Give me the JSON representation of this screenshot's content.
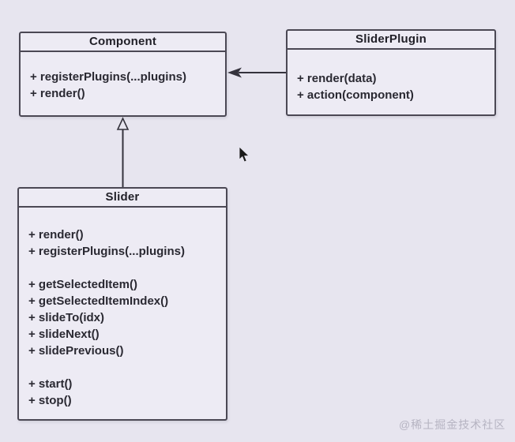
{
  "colors": {
    "background": "#e7e5ef",
    "box_fill": "#edebf4",
    "box_border": "#4b4854",
    "title_text": "#201f27",
    "method_text": "#2a2932",
    "arrow": "#35333d",
    "cursor": "#1a1a1a",
    "watermark": "#b6b4c2"
  },
  "diagram": {
    "component": {
      "title": "Component",
      "methods": [
        "+ registerPlugins(...plugins)",
        "+ render()"
      ]
    },
    "slider_plugin": {
      "title": "SliderPlugin",
      "methods": [
        "+ render(data)",
        "+ action(component)"
      ]
    },
    "slider": {
      "title": "Slider",
      "methods": [
        "+ render()",
        "+ registerPlugins(...plugins)",
        "",
        "+ getSelectedItem()",
        "+ getSelectedItemIndex()",
        "+ slideTo(idx)",
        "+ slideNext()",
        "+ slidePrevious()",
        "",
        "+ start()",
        "+ stop()"
      ]
    }
  },
  "relations": {
    "plugin_to_component": "association-arrow (SliderPlugin → Component, filled dart)",
    "slider_to_component": "inheritance-arrow (Slider → Component, hollow triangle)"
  },
  "watermark": {
    "text": "@稀土掘金技术社区"
  }
}
